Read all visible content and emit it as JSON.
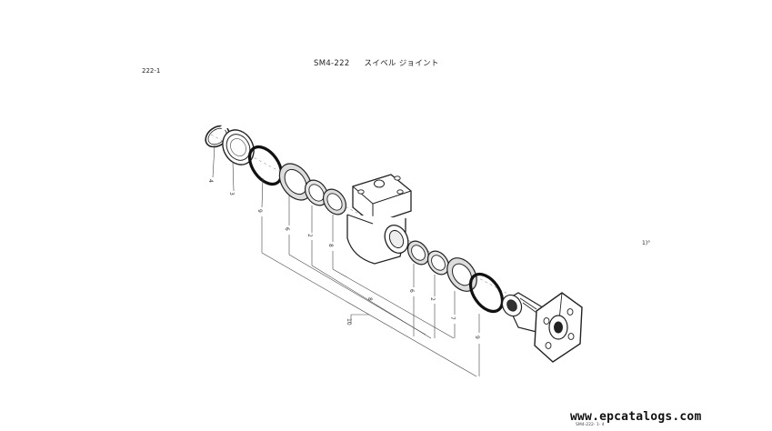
{
  "header": {
    "page_ref": "222-1",
    "title_code": "SM4-222",
    "title_text": "スイベル ジョイント"
  },
  "side_note": "1)°",
  "diagram": {
    "callouts": [
      "4",
      "3",
      "9",
      "6",
      "2",
      "8",
      "10",
      "6",
      "2",
      "8",
      "7",
      "9"
    ]
  },
  "footer": {
    "code": "SM4-222- 1- 4",
    "watermark": "www.epcatalogs.com"
  }
}
